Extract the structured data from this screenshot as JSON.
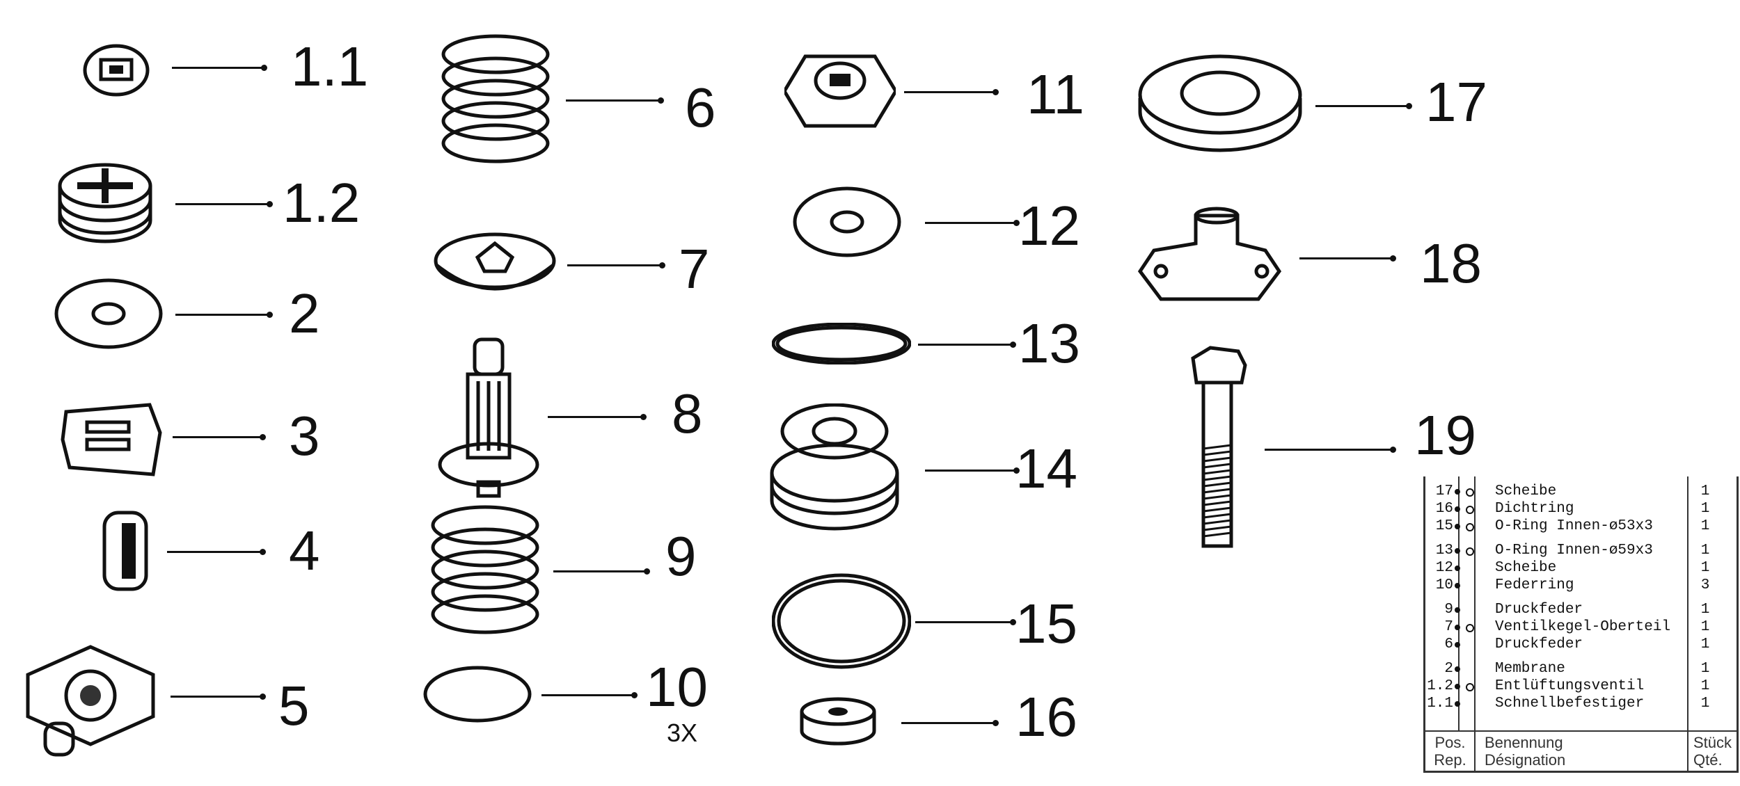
{
  "callouts": [
    {
      "label": "1.1",
      "icon": "quick-fastener"
    },
    {
      "label": "1.2",
      "icon": "vent-valve"
    },
    {
      "label": "2",
      "icon": "membrane"
    },
    {
      "label": "3",
      "icon": "plate"
    },
    {
      "label": "4",
      "icon": "sleeve"
    },
    {
      "label": "5",
      "icon": "housing"
    },
    {
      "label": "6",
      "icon": "spring"
    },
    {
      "label": "7",
      "icon": "valve-cone-top"
    },
    {
      "label": "8",
      "icon": "valve-stem"
    },
    {
      "label": "9",
      "icon": "spring"
    },
    {
      "label": "10",
      "icon": "spring-ring",
      "note": "3X"
    },
    {
      "label": "11",
      "icon": "hex-nut"
    },
    {
      "label": "12",
      "icon": "washer"
    },
    {
      "label": "13",
      "icon": "o-ring"
    },
    {
      "label": "14",
      "icon": "piston"
    },
    {
      "label": "15",
      "icon": "o-ring-thick"
    },
    {
      "label": "16",
      "icon": "sealing-ring"
    },
    {
      "label": "17",
      "icon": "flat-washer"
    },
    {
      "label": "18",
      "icon": "cover"
    },
    {
      "label": "19",
      "icon": "bolt"
    }
  ],
  "parts_table": {
    "header": {
      "pos": "Pos.",
      "rep": "Rep.",
      "name_de": "Benennung",
      "name_fr": "Désignation",
      "qty_de": "Stück",
      "qty_fr": "Qté."
    },
    "rows": [
      {
        "pos": "17",
        "dot": true,
        "ring": true,
        "name": "Scheibe",
        "qty": "1"
      },
      {
        "pos": "16",
        "dot": true,
        "ring": true,
        "name": "Dichtring",
        "qty": "1"
      },
      {
        "pos": "15",
        "dot": true,
        "ring": true,
        "name": "O-Ring Innen-ø53x3",
        "qty": "1"
      },
      {
        "pos": "13",
        "dot": true,
        "ring": true,
        "name": "O-Ring Innen-ø59x3",
        "qty": "1"
      },
      {
        "pos": "12",
        "dot": true,
        "ring": false,
        "name": "Scheibe",
        "qty": "1"
      },
      {
        "pos": "10",
        "dot": true,
        "ring": false,
        "name": "Federring",
        "qty": "3"
      },
      {
        "pos": "9",
        "dot": true,
        "ring": false,
        "name": "Druckfeder",
        "qty": "1"
      },
      {
        "pos": "7",
        "dot": true,
        "ring": true,
        "name": "Ventilkegel-Oberteil",
        "qty": "1"
      },
      {
        "pos": "6",
        "dot": true,
        "ring": false,
        "name": "Druckfeder",
        "qty": "1"
      },
      {
        "pos": "2",
        "dot": true,
        "ring": false,
        "name": "Membrane",
        "qty": "1"
      },
      {
        "pos": "1.2",
        "dot": true,
        "ring": true,
        "name": "Entlüftungsventil",
        "qty": "1"
      },
      {
        "pos": "1.1",
        "dot": true,
        "ring": false,
        "name": "Schnellbefestiger",
        "qty": "1"
      }
    ]
  }
}
